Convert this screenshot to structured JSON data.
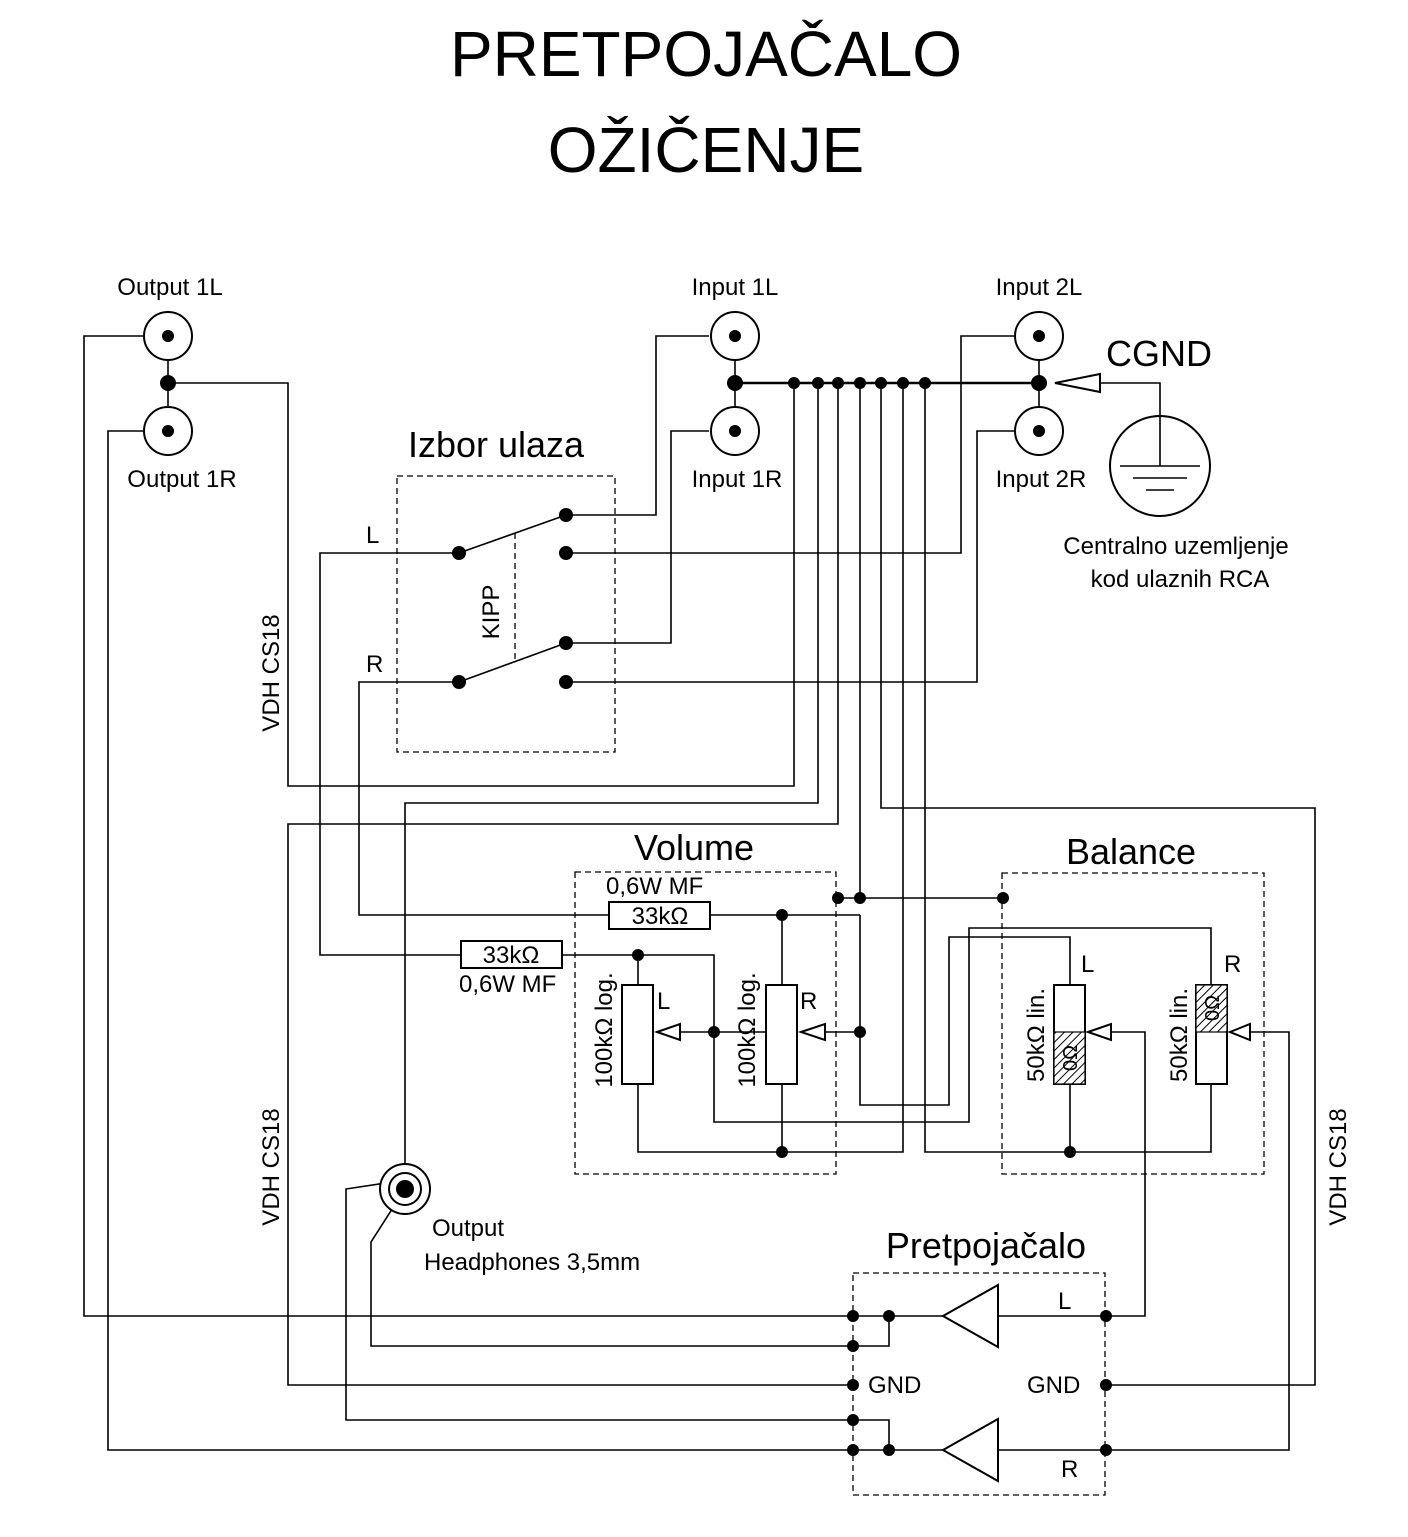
{
  "title": {
    "line1": "PRETPOJAČALO",
    "line2": "OŽIČENJE"
  },
  "connectors": {
    "output_1l": "Output 1L",
    "output_1r": "Output 1R",
    "input_1l": "Input 1L",
    "input_1r": "Input 1R",
    "input_2l": "Input 2L",
    "input_2r": "Input 2R",
    "headphones_line1": "Output",
    "headphones_line2": "Headphones 3,5mm"
  },
  "ground": {
    "label": "CGND",
    "note_line1": "Centralno uzemljenje",
    "note_line2": "kod ulaznih RCA"
  },
  "input_selector": {
    "title": "Izbor ulaza",
    "switch_label": "KIPP",
    "left_label": "L",
    "right_label": "R"
  },
  "cables": {
    "left": "VDH CS18",
    "left_lower": "VDH CS18",
    "right": "VDH CS18"
  },
  "volume": {
    "title": "Volume",
    "resistor_top_value": "33kΩ",
    "resistor_top_spec": "0,6W MF",
    "resistor_left_value": "33kΩ",
    "resistor_left_spec": "0,6W MF",
    "pot_left_value": "100kΩ log.",
    "pot_left_channel": "L",
    "pot_right_value": "100kΩ log.",
    "pot_right_channel": "R"
  },
  "balance": {
    "title": "Balance",
    "pot_left_value": "50kΩ lin.",
    "pot_left_channel": "L",
    "pot_left_hatch": "0Ω",
    "pot_right_value": "50kΩ lin.",
    "pot_right_channel": "R",
    "pot_right_hatch": "0Ω"
  },
  "preamp": {
    "title": "Pretpojačalo",
    "left_channel": "L",
    "right_channel": "R",
    "gnd_left": "GND",
    "gnd_right": "GND"
  }
}
